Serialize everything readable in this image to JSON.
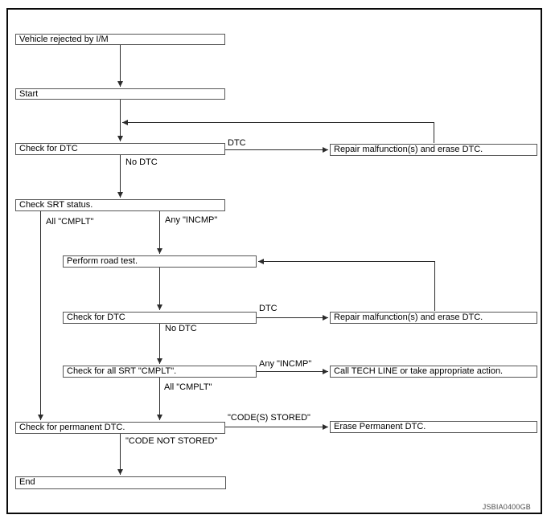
{
  "figure_id": "JSBIA0400GB",
  "colors": {
    "line": "#2b2b2b",
    "box_border": "#565656",
    "frame_border": "#0a0a0a",
    "background": "#ffffff"
  },
  "flowchart": {
    "nodes": {
      "vehicle_rejected": "Vehicle rejected by I/M",
      "start": "Start",
      "check_dtc_1": "Check for DTC",
      "repair_1": "Repair malfunction(s) and erase DTC.",
      "check_srt": "Check SRT status.",
      "road_test": "Perform road test.",
      "check_dtc_2": "Check for DTC",
      "repair_2": "Repair malfunction(s) and erase DTC.",
      "check_all_srt": "Check for all SRT \"CMPLT\".",
      "call_tech_line": "Call TECH LINE or take appropriate action.",
      "check_permanent": "Check for permanent DTC.",
      "erase_permanent": "Erase Permanent DTC.",
      "end": "End"
    },
    "edge_labels": {
      "dtc_1": "DTC",
      "no_dtc_1": "No DTC",
      "all_cmplt_1": "All \"CMPLT\"",
      "any_incmp_1": "Any \"INCMP\"",
      "dtc_2": "DTC",
      "no_dtc_2": "No DTC",
      "any_incmp_2": "Any \"INCMP\"",
      "all_cmplt_2": "All \"CMPLT\"",
      "codes_stored": "\"CODE(S) STORED\"",
      "code_not_stored": "\"CODE NOT STORED\""
    }
  }
}
